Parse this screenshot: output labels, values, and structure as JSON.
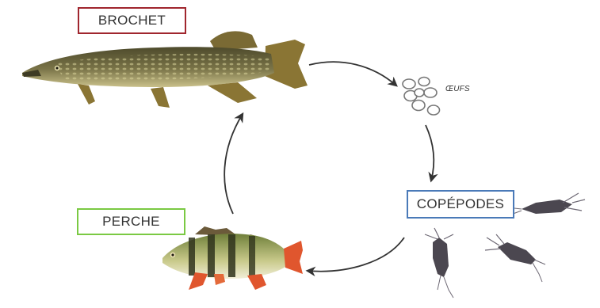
{
  "labels": {
    "brochet": "BROCHET",
    "perche": "PERCHE",
    "copepodes": "COPÉPODES",
    "oeufs": "ŒUFS"
  },
  "colors": {
    "brochet_border": "#a0262e",
    "perche_border": "#7ac943",
    "copepodes_border": "#4a7ab8",
    "arrow": "#333333"
  },
  "icons": [
    "pike-fish",
    "perch-fish",
    "egg-cluster",
    "copepod"
  ]
}
